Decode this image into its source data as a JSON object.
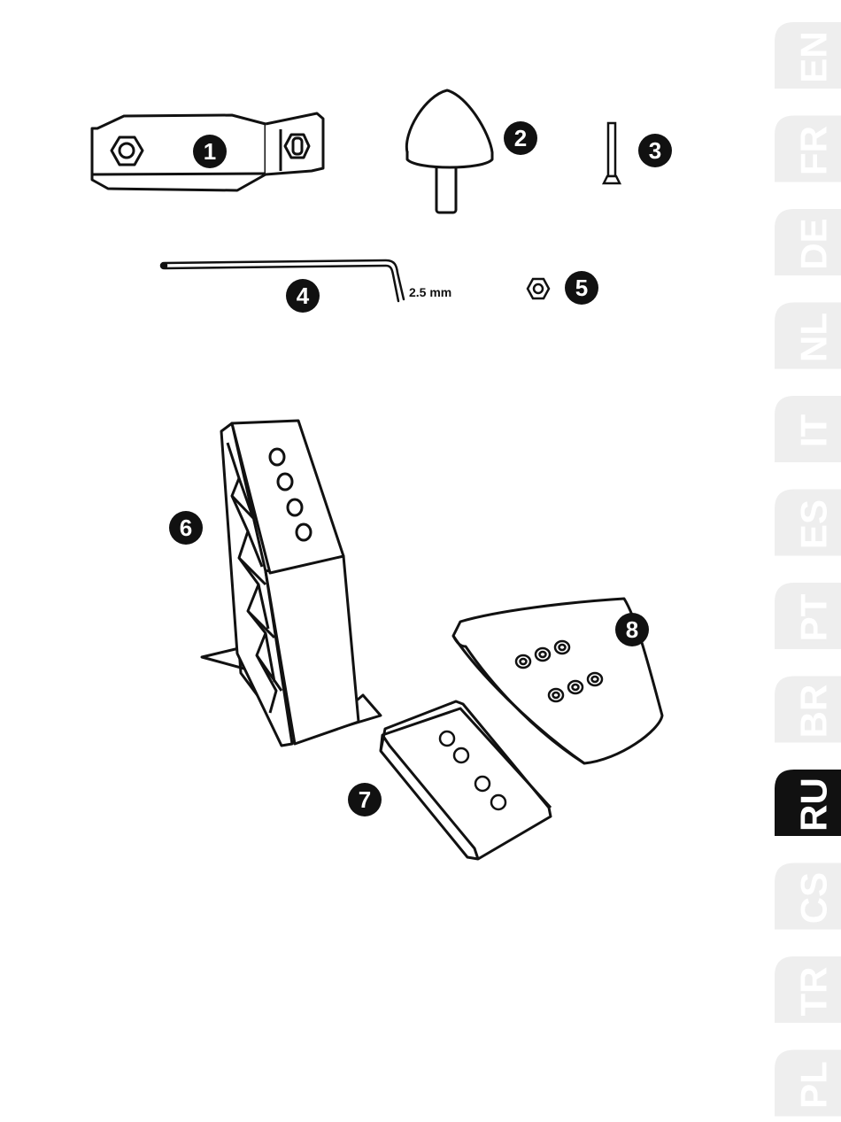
{
  "parts": {
    "clamp": {
      "number": "1"
    },
    "cone": {
      "number": "2"
    },
    "screw": {
      "number": "3"
    },
    "hex_key": {
      "number": "4",
      "size": "2.5 mm"
    },
    "nut": {
      "number": "5"
    },
    "pedal_arm": {
      "number": "6"
    },
    "small_pad": {
      "number": "7"
    },
    "large_pad": {
      "number": "8"
    }
  },
  "language_tabs": [
    {
      "code": "EN",
      "active": false
    },
    {
      "code": "FR",
      "active": false
    },
    {
      "code": "DE",
      "active": false
    },
    {
      "code": "NL",
      "active": false
    },
    {
      "code": "IT",
      "active": false
    },
    {
      "code": "ES",
      "active": false
    },
    {
      "code": "PT",
      "active": false
    },
    {
      "code": "BR",
      "active": false
    },
    {
      "code": "RU",
      "active": true
    },
    {
      "code": "CS",
      "active": false
    },
    {
      "code": "TR",
      "active": false
    },
    {
      "code": "PL",
      "active": false
    }
  ],
  "colors": {
    "tab_inactive_bg": "#eeeeee",
    "tab_inactive_text": "#ffffff",
    "tab_active_bg": "#111111",
    "tab_active_text": "#ffffff",
    "line": "#111111"
  }
}
